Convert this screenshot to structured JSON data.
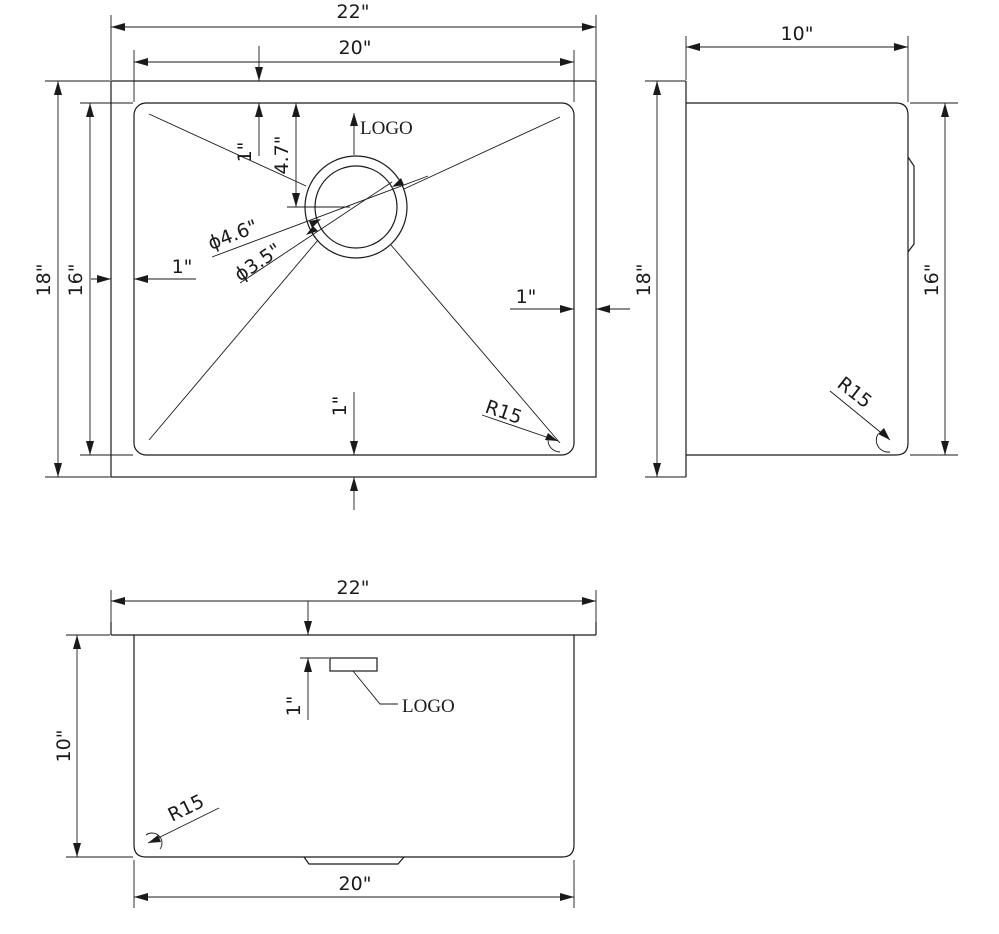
{
  "top_view": {
    "overall_width": "22\"",
    "bowl_width": "20\"",
    "overall_depth": "18\"",
    "bowl_depth": "16\"",
    "logo_label": "LOGO",
    "drain_offset": "4.7\"",
    "rear_margin": "1\"",
    "drain_outer_diameter": "ϕ4.6\"",
    "drain_inner_diameter": "ϕ3.5\"",
    "left_margin": "1\"",
    "right_margin": "1\"",
    "front_margin": "1\"",
    "corner_radius": "R15"
  },
  "side_view": {
    "height": "10\"",
    "overall_depth": "18\"",
    "bowl_depth": "16\"",
    "corner_radius": "R15"
  },
  "front_view": {
    "overall_width": "22\"",
    "height": "10\"",
    "logo_label": "LOGO",
    "logo_offset": "1\"",
    "corner_radius": "R15",
    "bottom_width": "20\""
  }
}
